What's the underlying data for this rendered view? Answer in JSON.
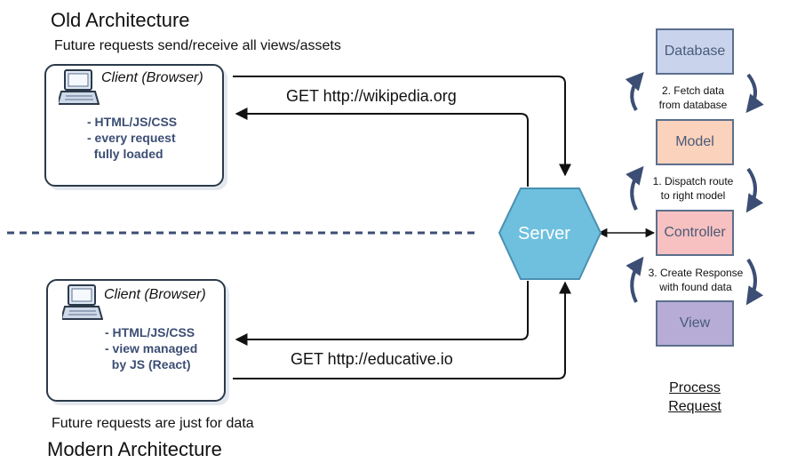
{
  "old": {
    "title": "Old Architecture",
    "subtitle": "Future requests send/receive all views/assets",
    "client_title": "Client (Browser)",
    "lines": [
      "- HTML/JS/CSS",
      "- every request",
      "  fully loaded"
    ],
    "request": "GET http://wikipedia.org"
  },
  "modern": {
    "title": "Modern Architecture",
    "subtitle": "Future requests are just for data",
    "client_title": "Client (Browser)",
    "lines": [
      "- HTML/JS/CSS",
      "- view managed",
      "  by JS (React)"
    ],
    "request": "GET http://educative.io"
  },
  "server": {
    "label": "Server",
    "color": "#6ec0de"
  },
  "stack": {
    "database": {
      "label": "Database",
      "color": "#c9d4ec"
    },
    "model": {
      "label": "Model",
      "color": "#fbd2bc"
    },
    "controller": {
      "label": "Controller",
      "color": "#f7c1c1"
    },
    "view": {
      "label": "View",
      "color": "#b6acd6"
    }
  },
  "steps": {
    "fetch": [
      "2. Fetch data",
      "from database"
    ],
    "dispatch": [
      "1. Dispatch route",
      "to right model"
    ],
    "response": [
      "3. Create Response",
      "with found data"
    ]
  },
  "process": [
    "Process",
    "Request"
  ],
  "icons": {
    "laptop": "laptop-icon",
    "cycle_arrow": "curved-arrow-icon"
  },
  "colors": {
    "line": "#111111",
    "divider": "#3c4e74",
    "cycle": "#3c4e74"
  }
}
